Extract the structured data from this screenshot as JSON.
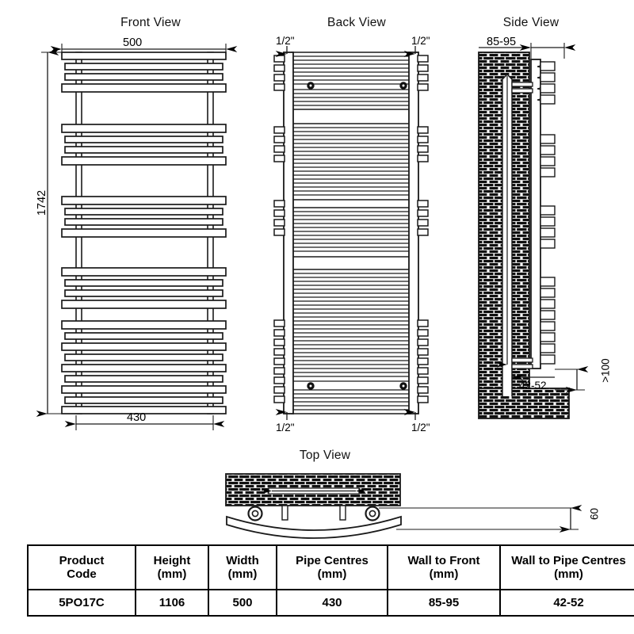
{
  "views": {
    "front": {
      "title": "Front View"
    },
    "back": {
      "title": "Back View"
    },
    "side": {
      "title": "Side View"
    },
    "top": {
      "title": "Top View"
    }
  },
  "dimensions": {
    "front_width": "500",
    "front_height": "1742",
    "front_pipe_centres": "430",
    "back_inlet_top_left": "1/2\"",
    "back_inlet_top_right": "1/2\"",
    "back_inlet_bottom_left": "1/2\"",
    "back_inlet_bottom_right": "1/2\"",
    "side_wall_to_front": "85-95",
    "side_wall_to_pipe_centres": "42-52",
    "side_floor_clearance": ">100",
    "top_projection": "60"
  },
  "table": {
    "headers": [
      "Product\nCode",
      "Height\n(mm)",
      "Width\n(mm)",
      "Pipe Centres\n(mm)",
      "Wall to Front\n(mm)",
      "Wall to Pipe Centres\n(mm)"
    ],
    "header_lines": [
      [
        "Product",
        "Code"
      ],
      [
        "Height",
        "(mm)"
      ],
      [
        "Width",
        "(mm)"
      ],
      [
        "Pipe Centres",
        "(mm)"
      ],
      [
        "Wall to Front",
        "(mm)"
      ],
      [
        "Wall to Pipe Centres",
        "(mm)"
      ]
    ],
    "rows": [
      {
        "product_code": "5PO17C",
        "height_mm": "1106",
        "width_mm": "500",
        "pipe_centres_mm": "430",
        "wall_to_front_mm": "85-95",
        "wall_to_pipe_centres_mm": "42-52"
      }
    ]
  },
  "colors": {
    "line": "#1a1a1a",
    "fill": "#ffffff",
    "wall": "#2b2b2b",
    "background": "#ffffff"
  }
}
